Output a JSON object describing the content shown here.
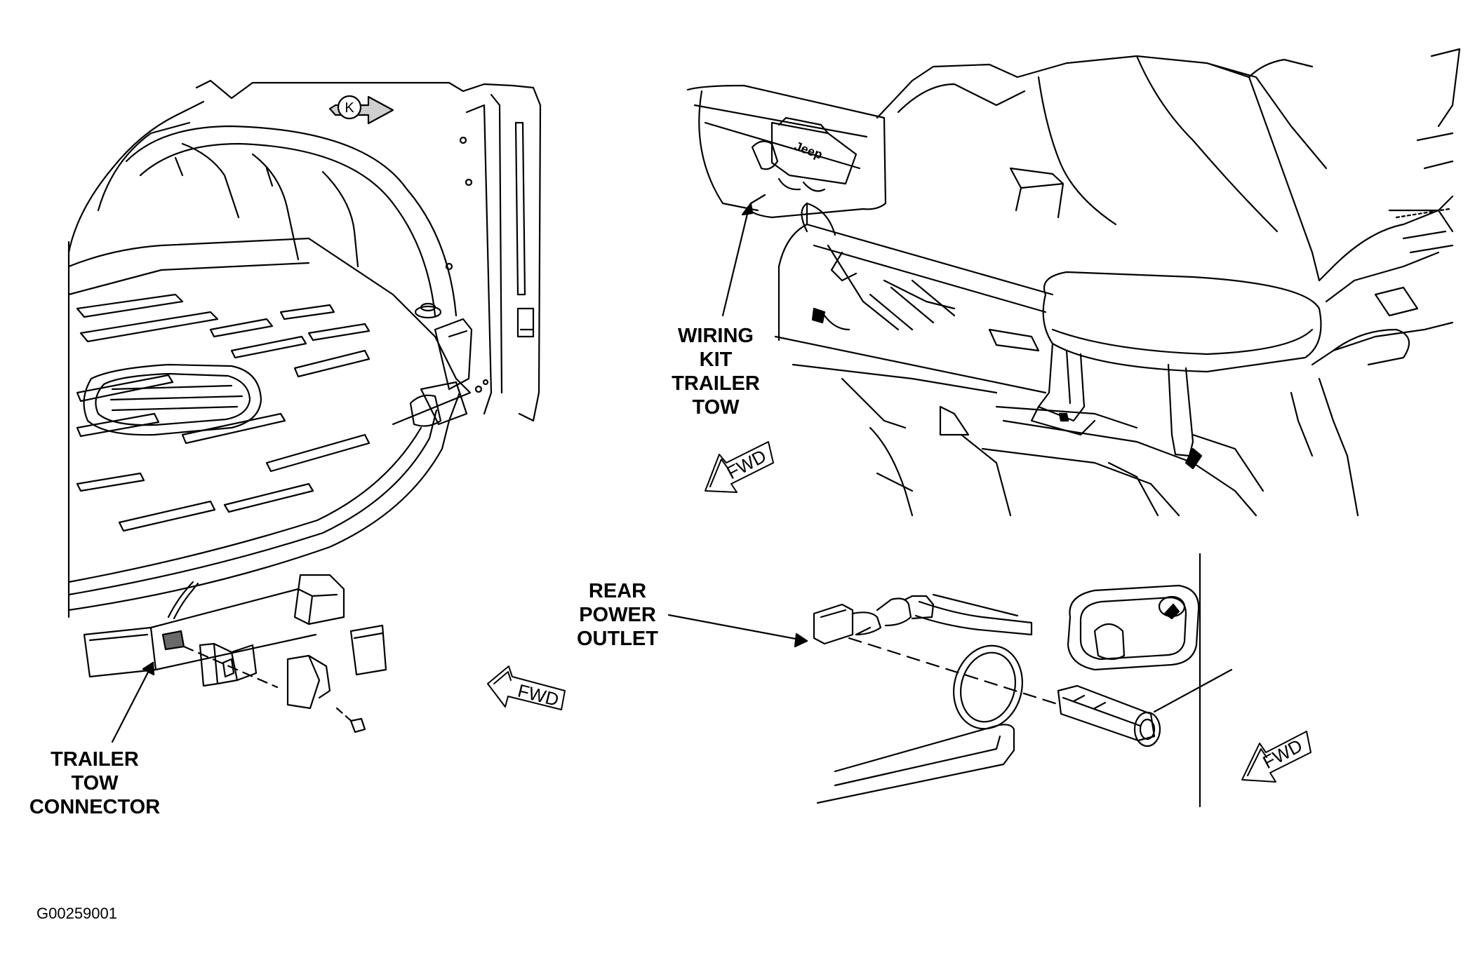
{
  "labels": {
    "wiring_kit": [
      "WIRING",
      "KIT",
      "TRAILER",
      "TOW"
    ],
    "rear_power_outlet": [
      "REAR",
      "POWER",
      "OUTLET"
    ],
    "trailer_tow_connector": [
      "TRAILER",
      "TOW",
      "CONNECTOR"
    ]
  },
  "fwd_label": "FWD",
  "view_marker": "K",
  "brand_badge": "Jeep",
  "figure_id": "G00259001",
  "colors": {
    "line": "#000000",
    "background": "#ffffff"
  }
}
